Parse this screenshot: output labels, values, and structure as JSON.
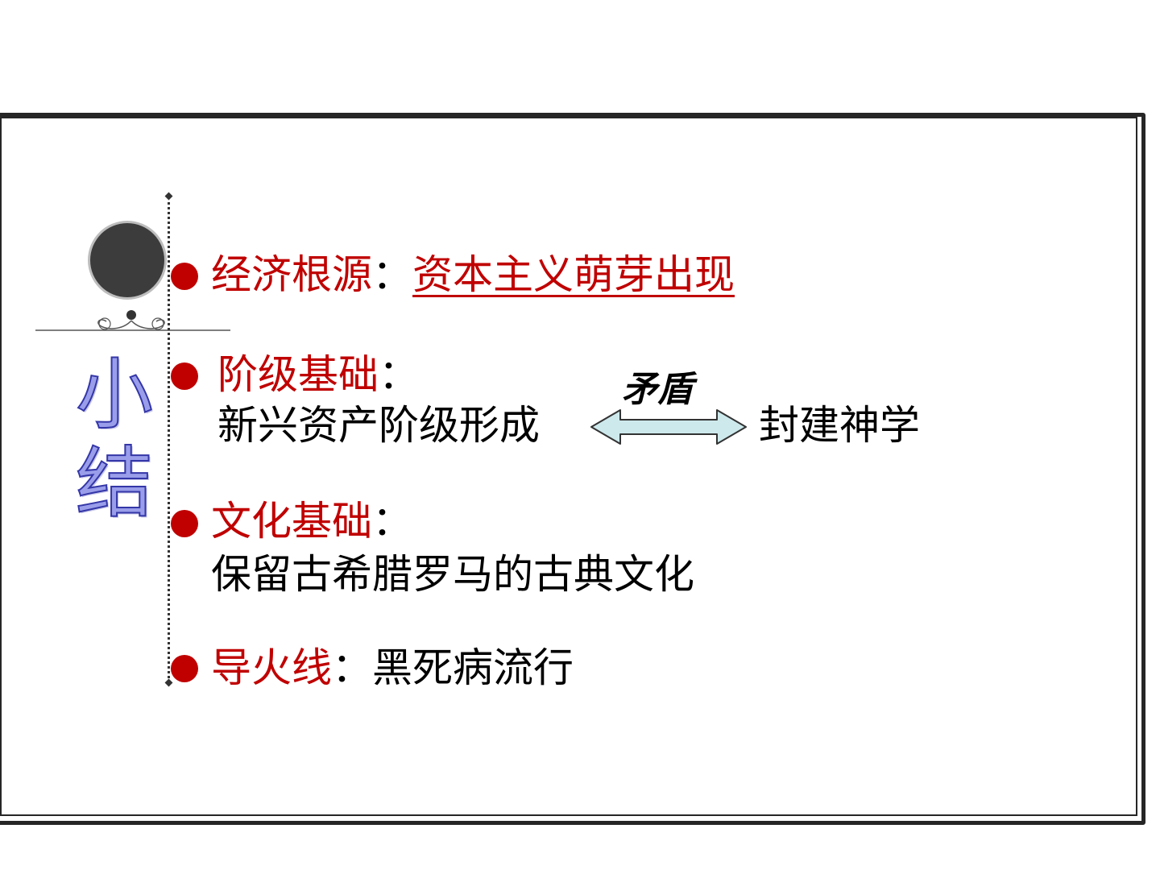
{
  "sidebar": {
    "title_char_1": "小",
    "title_char_2": "结"
  },
  "items": [
    {
      "label": "经济根源",
      "sep": "：",
      "value": "资本主义萌芽出现"
    },
    {
      "label": "阶级基础",
      "sep": "：",
      "left": "新兴资产阶级形成",
      "relation": "矛盾",
      "right": "封建神学"
    },
    {
      "label": "文化基础",
      "sep": "：",
      "value": "保留古希腊罗马的古典文化"
    },
    {
      "label": "导火线",
      "sep": "：",
      "value": "黑死病流行"
    }
  ],
  "colors": {
    "accent": "#c00000",
    "title_fill": "#9a9eea",
    "title_stroke": "#3436a8",
    "arrow_fill": "#cde9ec",
    "frame": "#262626"
  }
}
